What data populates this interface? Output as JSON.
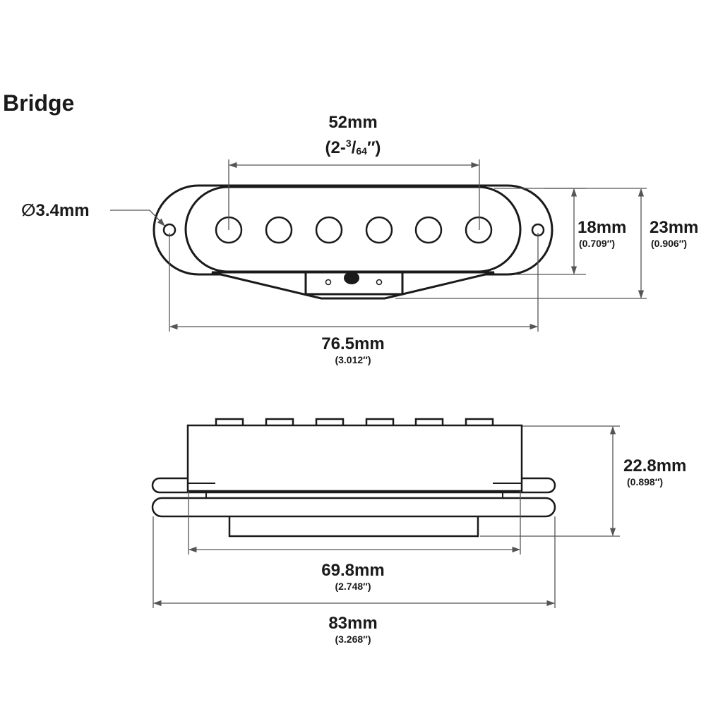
{
  "title": "Bridge",
  "top_view": {
    "pole_spacing": {
      "mm": "52mm",
      "inch_prefix": "(2-",
      "inch_num": "3",
      "inch_sep": "/",
      "inch_den": "64",
      "inch_suffix": "″)"
    },
    "hole_diameter": "∅3.4mm",
    "height_inner": {
      "mm": "18mm",
      "inch": "(0.709″)"
    },
    "height_outer": {
      "mm": "23mm",
      "inch": "(0.906″)"
    },
    "total_length": {
      "mm": "76.5mm",
      "inch": "(3.012″)"
    }
  },
  "side_view": {
    "height": {
      "mm": "22.8mm",
      "inch": "(0.898″)"
    },
    "cover_length": {
      "mm": "69.8mm",
      "inch": "(2.748″)"
    },
    "base_length": {
      "mm": "83mm",
      "inch": "(3.268″)"
    }
  },
  "colors": {
    "line": "#1a1a1a",
    "dimension": "#555555",
    "background": "#ffffff"
  }
}
